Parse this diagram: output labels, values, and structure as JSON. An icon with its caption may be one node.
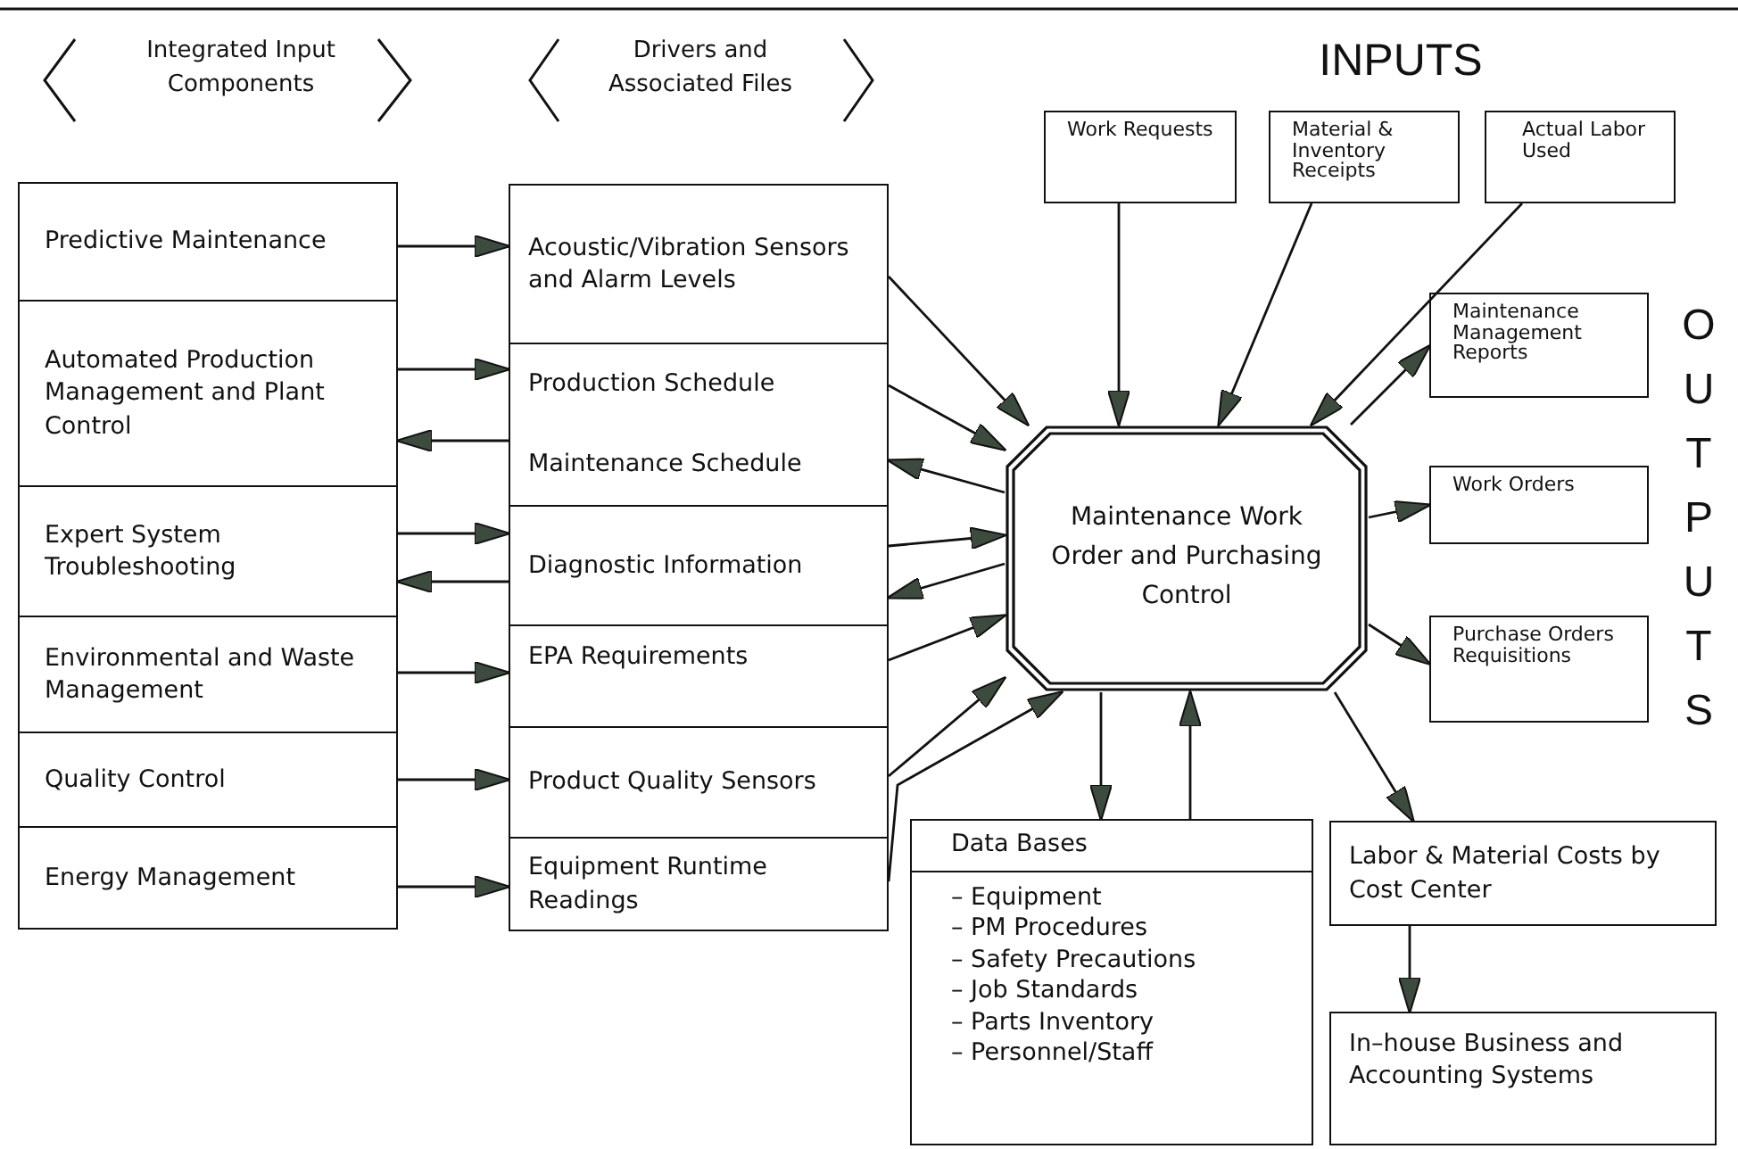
{
  "diagram": {
    "nodes": [
      {
        "text": [
          "Predictive Maintenance"
        ]
      },
      {
        "text": [
          "Automated Production Management and Plant Control"
        ]
      },
      {
        "text": [
          "Expert System Troubleshooting"
        ]
      },
      {
        "text": [
          "Environmental and Waste Management"
        ]
      },
      {
        "text": [
          "Quality Control"
        ]
      },
      {
        "text": [
          "Energy Management"
        ]
      },
      {
        "text": [
          "Acoustic/Vibration Sensors and Alarm Levels"
        ]
      },
      {
        "text": [
          "Production Schedule",
          "Maintenance Schedule"
        ]
      },
      {
        "text": [
          "Diagnostic Information"
        ]
      },
      {
        "text": [
          "EPA Requirements"
        ]
      },
      {
        "text": [
          "Product Quality Sensors"
        ]
      },
      {
        "text": [
          "Equipment Runtime Readings"
        ]
      },
      {
        "text": [
          "Maintenance Work Order and Purchasing Control"
        ]
      },
      {
        "text": [
          "Work Requests"
        ]
      },
      {
        "text": [
          "Material & Inventory Receipts"
        ]
      },
      {
        "text": [
          "Actual Labor Used"
        ]
      },
      {
        "text": [
          "Maintenance Management Reports"
        ]
      },
      {
        "text": [
          "Work Orders"
        ]
      },
      {
        "text": [
          "Purchase Orders Requisitions"
        ]
      },
      {
        "text": [
          "Data Bases",
          "– Equipment",
          "– PM Procedures",
          "– Safety Precautions",
          "– Job Standards",
          "– Parts Inventory",
          "– Personnel/Staff"
        ]
      },
      {
        "text": [
          "Labor & Material Costs by Cost Center"
        ]
      },
      {
        "text": [
          "In–house Business and Accounting Systems"
        ]
      }
    ],
    "edges": [
      {
        "from": 0,
        "to": 6,
        "arrow": "to"
      },
      {
        "from": 1,
        "to": 7,
        "arrow": "to"
      },
      {
        "from": 7,
        "to": 1,
        "arrow": "to"
      },
      {
        "from": 2,
        "to": 8,
        "arrow": "to"
      },
      {
        "from": 8,
        "to": 2,
        "arrow": "to"
      },
      {
        "from": 3,
        "to": 9,
        "arrow": "to"
      },
      {
        "from": 4,
        "to": 10,
        "arrow": "to"
      },
      {
        "from": 5,
        "to": 11,
        "arrow": "to"
      },
      {
        "from": 6,
        "to": 12,
        "arrow": "to"
      },
      {
        "from": 7,
        "to": 12,
        "arrow": "to"
      },
      {
        "from": 12,
        "to": 7,
        "arrow": "to"
      },
      {
        "from": 8,
        "to": 12,
        "arrow": "to"
      },
      {
        "from": 12,
        "to": 8,
        "arrow": "to"
      },
      {
        "from": 9,
        "to": 12,
        "arrow": "to"
      },
      {
        "from": 10,
        "to": 12,
        "arrow": "to"
      },
      {
        "from": 11,
        "to": 12,
        "arrow": "to"
      },
      {
        "from": 13,
        "to": 12,
        "arrow": "to"
      },
      {
        "from": 14,
        "to": 12,
        "arrow": "to"
      },
      {
        "from": 15,
        "to": 12,
        "arrow": "to"
      },
      {
        "from": 12,
        "to": 16,
        "arrow": "to"
      },
      {
        "from": 12,
        "to": 17,
        "arrow": "to"
      },
      {
        "from": 12,
        "to": 18,
        "arrow": "to"
      },
      {
        "from": 12,
        "to": 19,
        "arrow": "to"
      },
      {
        "from": 19,
        "to": 12,
        "arrow": "to"
      },
      {
        "from": 12,
        "to": 20,
        "arrow": "to"
      },
      {
        "from": 20,
        "to": 21,
        "arrow": "to"
      }
    ],
    "labels": [
      "Integrated Input Components",
      "Drivers and Associated Files",
      "INPUTS",
      "OUTPUTS"
    ]
  }
}
